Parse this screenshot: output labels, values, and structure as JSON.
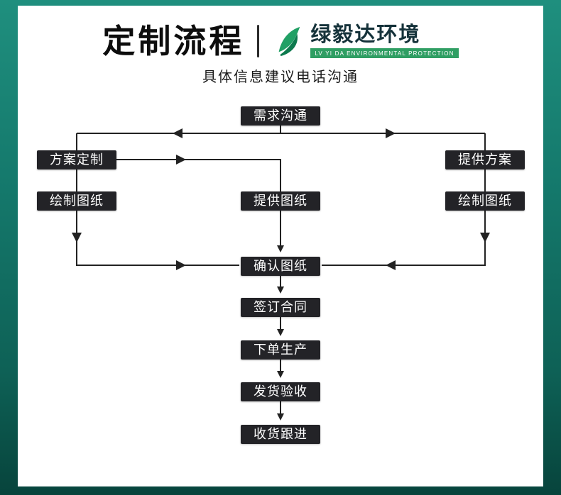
{
  "header": {
    "title": "定制流程",
    "subtitle": "具体信息建议电话沟通",
    "brand": {
      "name": "绿毅达环境",
      "tagline": "LV YI DA ENVIRONMENTAL PROTECTION"
    }
  },
  "icons": {
    "brand_logo": "leaf-icon"
  },
  "colors": {
    "background_teal": "#157a6d",
    "card_white": "#ffffff",
    "node_background": "#232327",
    "node_text": "#ffffff",
    "brand_green": "#2f9e63",
    "arrow_line": "#222222",
    "title_text": "#0d0d0d"
  },
  "flow": {
    "nodes": [
      {
        "id": "need",
        "label": "需求沟通"
      },
      {
        "id": "plan_custom",
        "label": "方案定制"
      },
      {
        "id": "plan_provide",
        "label": "提供方案"
      },
      {
        "id": "draw_left",
        "label": "绘制图纸"
      },
      {
        "id": "drawing_provide",
        "label": "提供图纸"
      },
      {
        "id": "draw_right",
        "label": "绘制图纸"
      },
      {
        "id": "confirm",
        "label": "确认图纸"
      },
      {
        "id": "sign",
        "label": "签订合同"
      },
      {
        "id": "produce",
        "label": "下单生产"
      },
      {
        "id": "ship",
        "label": "发货验收"
      },
      {
        "id": "follow",
        "label": "收货跟进"
      }
    ],
    "edges": [
      {
        "from": "need",
        "to": "plan_custom"
      },
      {
        "from": "need",
        "to": "plan_provide"
      },
      {
        "from": "plan_custom",
        "to": "drawing_provide"
      },
      {
        "from": "plan_custom",
        "to": "draw_left"
      },
      {
        "from": "plan_provide",
        "to": "draw_right"
      },
      {
        "from": "draw_left",
        "to": "confirm"
      },
      {
        "from": "drawing_provide",
        "to": "confirm"
      },
      {
        "from": "draw_right",
        "to": "confirm"
      },
      {
        "from": "confirm",
        "to": "sign"
      },
      {
        "from": "sign",
        "to": "produce"
      },
      {
        "from": "produce",
        "to": "ship"
      },
      {
        "from": "ship",
        "to": "follow"
      }
    ]
  }
}
